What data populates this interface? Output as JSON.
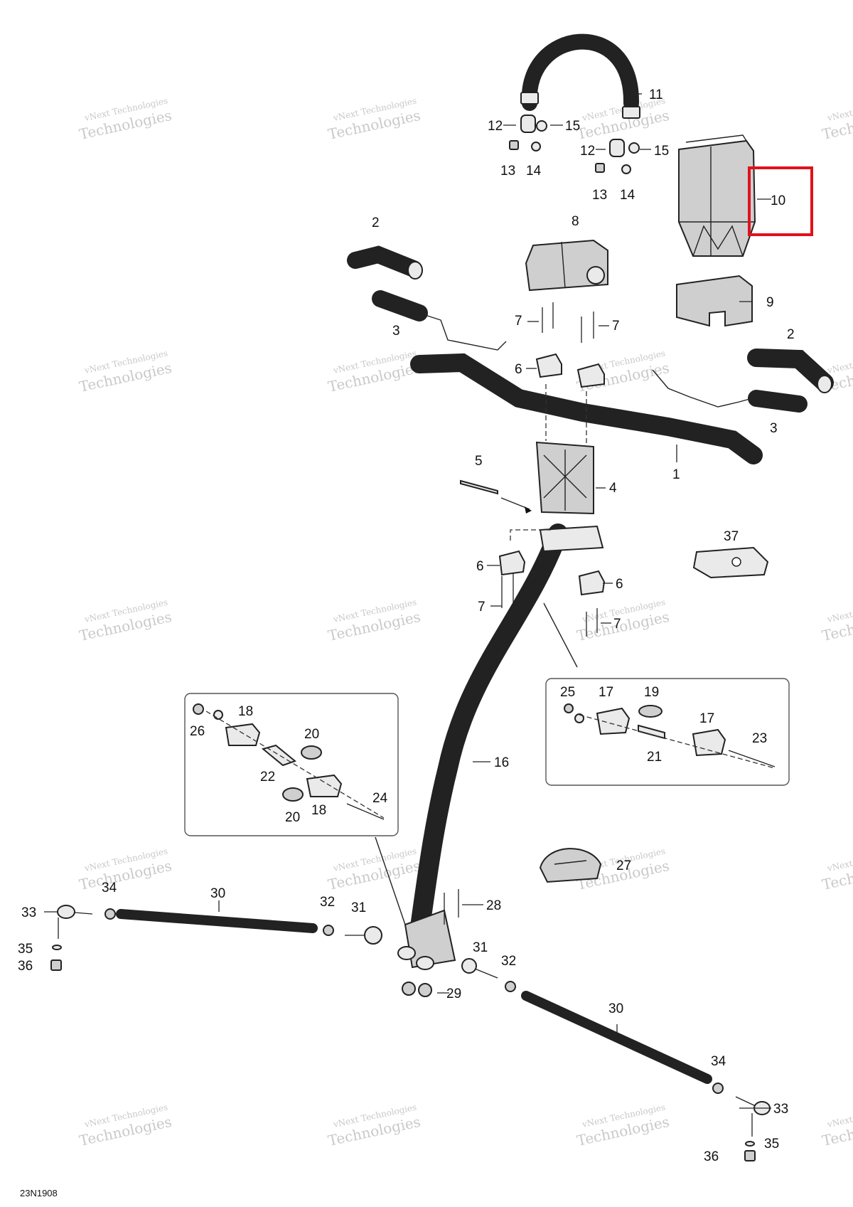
{
  "drawing_code": "23N1908",
  "watermark": {
    "line1": "vNext Technologies",
    "line2": "Technologies"
  },
  "highlight": {
    "callout": "10",
    "color": "#e0121b"
  },
  "callouts": [
    {
      "id": "c11",
      "label": "11"
    },
    {
      "id": "c12a",
      "label": "12"
    },
    {
      "id": "c15a",
      "label": "15"
    },
    {
      "id": "c13a",
      "label": "13"
    },
    {
      "id": "c14a",
      "label": "14"
    },
    {
      "id": "c12b",
      "label": "12"
    },
    {
      "id": "c15b",
      "label": "15"
    },
    {
      "id": "c13b",
      "label": "13"
    },
    {
      "id": "c14b",
      "label": "14"
    },
    {
      "id": "c10",
      "label": "10"
    },
    {
      "id": "c2a",
      "label": "2"
    },
    {
      "id": "c8",
      "label": "8"
    },
    {
      "id": "c9",
      "label": "9"
    },
    {
      "id": "c3a",
      "label": "3"
    },
    {
      "id": "c7a",
      "label": "7"
    },
    {
      "id": "c7b",
      "label": "7"
    },
    {
      "id": "c2b",
      "label": "2"
    },
    {
      "id": "c6a",
      "label": "6"
    },
    {
      "id": "c3b",
      "label": "3"
    },
    {
      "id": "c1",
      "label": "1"
    },
    {
      "id": "c5",
      "label": "5"
    },
    {
      "id": "c4",
      "label": "4"
    },
    {
      "id": "c37",
      "label": "37"
    },
    {
      "id": "c6b",
      "label": "6"
    },
    {
      "id": "c6c",
      "label": "6"
    },
    {
      "id": "c7c",
      "label": "7"
    },
    {
      "id": "c7d",
      "label": "7"
    },
    {
      "id": "c25",
      "label": "25"
    },
    {
      "id": "c17a",
      "label": "17"
    },
    {
      "id": "c19",
      "label": "19"
    },
    {
      "id": "c17b",
      "label": "17"
    },
    {
      "id": "c23",
      "label": "23"
    },
    {
      "id": "c21",
      "label": "21"
    },
    {
      "id": "c18a",
      "label": "18"
    },
    {
      "id": "c26",
      "label": "26"
    },
    {
      "id": "c20a",
      "label": "20"
    },
    {
      "id": "c22",
      "label": "22"
    },
    {
      "id": "c24",
      "label": "24"
    },
    {
      "id": "c20b",
      "label": "20"
    },
    {
      "id": "c18b",
      "label": "18"
    },
    {
      "id": "c16",
      "label": "16"
    },
    {
      "id": "c27",
      "label": "27"
    },
    {
      "id": "c34a",
      "label": "34"
    },
    {
      "id": "c30a",
      "label": "30"
    },
    {
      "id": "c33a",
      "label": "33"
    },
    {
      "id": "c32a",
      "label": "32"
    },
    {
      "id": "c31a",
      "label": "31"
    },
    {
      "id": "c28",
      "label": "28"
    },
    {
      "id": "c35a",
      "label": "35"
    },
    {
      "id": "c36a",
      "label": "36"
    },
    {
      "id": "c31b",
      "label": "31"
    },
    {
      "id": "c32b",
      "label": "32"
    },
    {
      "id": "c29",
      "label": "29"
    },
    {
      "id": "c30b",
      "label": "30"
    },
    {
      "id": "c34b",
      "label": "34"
    },
    {
      "id": "c33b",
      "label": "33"
    },
    {
      "id": "c35b",
      "label": "35"
    },
    {
      "id": "c36b",
      "label": "36"
    }
  ]
}
